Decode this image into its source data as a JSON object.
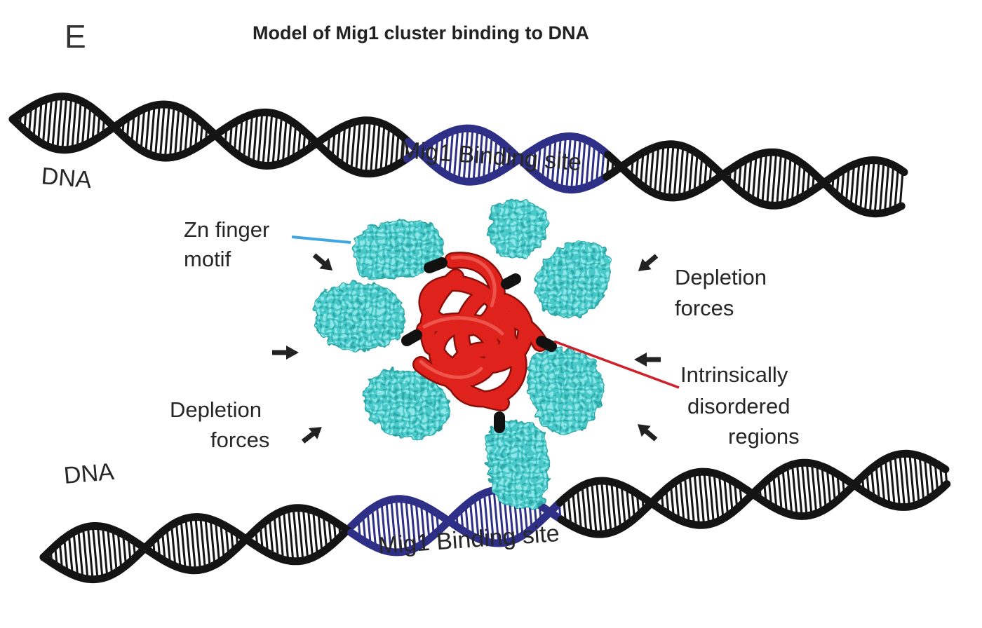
{
  "panel_letter": "E",
  "title": "Model of Mig1 cluster binding to DNA",
  "labels": {
    "dna_top": "DNA",
    "dna_bottom": "DNA",
    "binding_site_top": "Mig1 Binding site",
    "binding_site_bottom": "Mig1 Binding site",
    "zn_finger_line1": "Zn finger",
    "zn_finger_line2": "motif",
    "depletion_right_line1": "Depletion",
    "depletion_right_line2": "forces",
    "depletion_left_line1": "Depletion",
    "depletion_left_line2": "forces",
    "idr_line1": "Intrinsically",
    "idr_line2": "disordered",
    "idr_line3": "regions"
  },
  "colors": {
    "dna": "#141414",
    "binding_site": "#2e2f86",
    "zn_finger": "#43c6c6",
    "idr": "#e0221c",
    "zn_leader": "#3fa6e0",
    "idr_leader": "#d0202a",
    "arrow": "#222222"
  },
  "icons": {
    "dna": "double-helix",
    "protein": "space-filling-domain",
    "idr": "tangled-coil",
    "force": "arrow"
  }
}
